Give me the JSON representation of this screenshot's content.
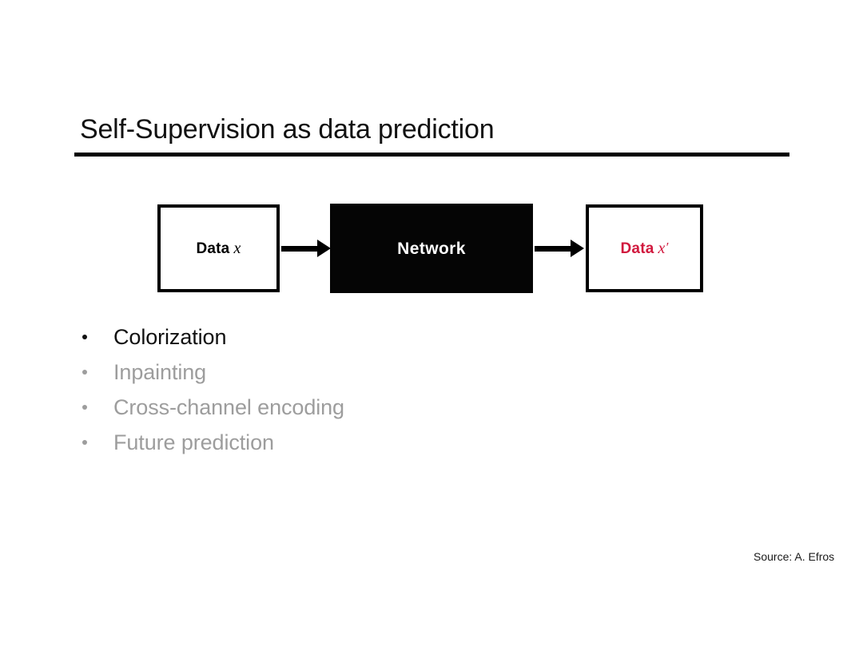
{
  "slide": {
    "title": "Self-Supervision as data prediction",
    "background_color": "#ffffff"
  },
  "diagram": {
    "type": "pipeline",
    "nodes": [
      {
        "id": "data-in",
        "label": "Data",
        "variable": "x",
        "prime": "",
        "fill": "#ffffff",
        "border_color": "#000000",
        "text_color": "#000000"
      },
      {
        "id": "network",
        "label": "Network",
        "variable": "",
        "prime": "",
        "fill": "#050505",
        "border_color": "#050505",
        "text_color": "#ffffff"
      },
      {
        "id": "data-out",
        "label": "Data",
        "variable": "x",
        "prime": "′",
        "fill": "#ffffff",
        "border_color": "#000000",
        "text_color": "#d1193e"
      }
    ],
    "arrows": [
      {
        "from": "data-in",
        "to": "network"
      },
      {
        "from": "network",
        "to": "data-out"
      }
    ]
  },
  "bullets": [
    {
      "label": "Colorization",
      "state": "active",
      "color": "#111111"
    },
    {
      "label": "Inpainting",
      "state": "dimmed",
      "color": "#9d9d9d"
    },
    {
      "label": "Cross-channel encoding",
      "state": "dimmed",
      "color": "#9d9d9d"
    },
    {
      "label": "Future prediction",
      "state": "dimmed",
      "color": "#9d9d9d"
    }
  ],
  "source": {
    "text": "Source: A. Efros"
  }
}
